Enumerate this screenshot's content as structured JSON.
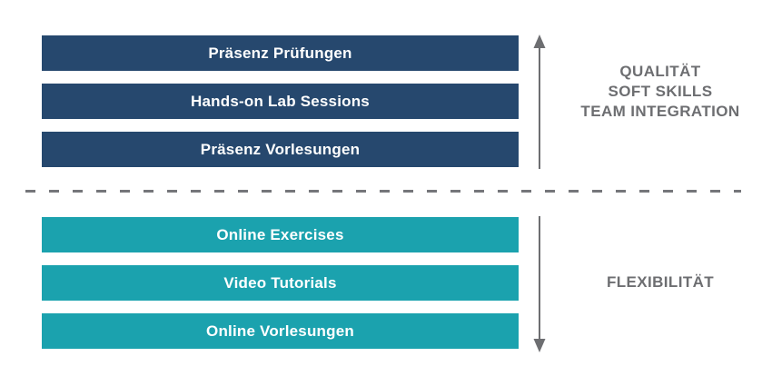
{
  "diagram": {
    "top_group": {
      "bars": [
        {
          "label": "Präsenz Prüfungen"
        },
        {
          "label": "Hands-on Lab Sessions"
        },
        {
          "label": "Präsenz Vorlesungen"
        }
      ],
      "side_label": {
        "line1": "QUALITÄT",
        "line2": "SOFT SKILLS",
        "line3": "TEAM INTEGRATION"
      },
      "arrow_direction": "up"
    },
    "bottom_group": {
      "bars": [
        {
          "label": "Online Exercises"
        },
        {
          "label": "Video Tutorials"
        },
        {
          "label": "Online Vorlesungen"
        }
      ],
      "side_label": {
        "line1": "FLEXIBILITÄT"
      },
      "arrow_direction": "down"
    },
    "divider": {
      "style": "dashed"
    },
    "colors": {
      "dark_blue": "#26486E",
      "teal": "#1BA2AE",
      "gray": "#6D6E71",
      "bar_text": "#FFFFFF"
    }
  }
}
